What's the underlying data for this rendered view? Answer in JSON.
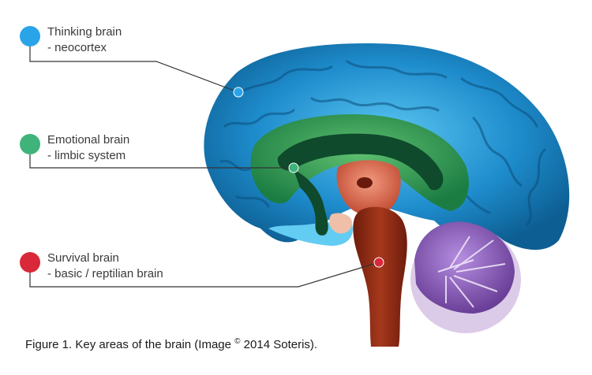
{
  "labels": [
    {
      "title": "Thinking brain",
      "subtitle": "- neocortex",
      "color": "#2aa4e8"
    },
    {
      "title": "Emotional brain",
      "subtitle": "- limbic system",
      "color": "#3fb37a"
    },
    {
      "title": "Survival brain",
      "subtitle": "- basic / reptilian brain",
      "color": "#d8283a"
    }
  ],
  "caption": {
    "prefix": "Figure 1. Key areas of the brain (Image ",
    "symbol": "©",
    "suffix": " 2014 Soteris)."
  },
  "colors": {
    "neocortex": "#1b8fc9",
    "limbic": "#1f8a48",
    "brainstem": "#8a2a16",
    "cerebellum": "#8a5cb3",
    "thalamus": "#c8553f"
  }
}
